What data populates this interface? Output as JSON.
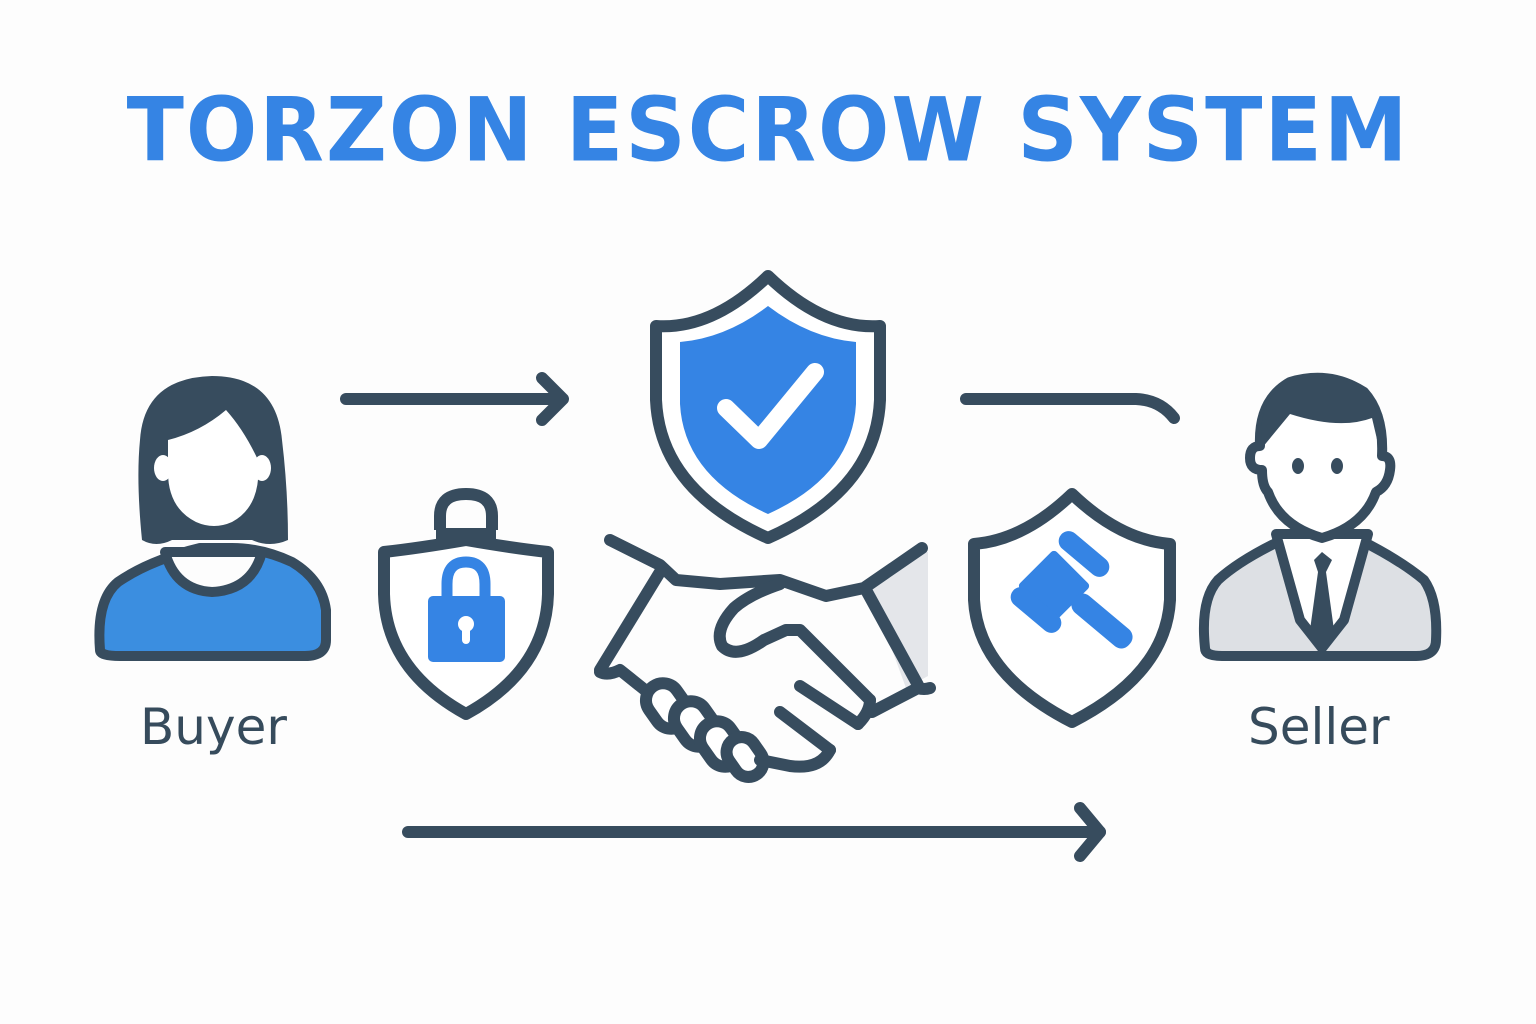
{
  "header": {
    "title": "TORZON ESCROW SYSTEM"
  },
  "actors": {
    "buyer": {
      "label": "Buyer",
      "icon": "buyer-woman-avatar-icon"
    },
    "seller": {
      "label": "Seller",
      "icon": "seller-man-suit-avatar-icon"
    }
  },
  "icons": {
    "lock_shield": "padlock-shield-icon",
    "check_shield": "checkmark-shield-icon",
    "handshake": "handshake-icon",
    "gavel_shield": "gavel-shield-icon"
  },
  "arrows": {
    "buyer_to_escrow": "arrow-right-icon",
    "escrow_to_seller": "curved-line-connector",
    "bottom_flow": "long-arrow-right-icon"
  },
  "colors": {
    "accent_blue": "#3584e4",
    "outline_slate": "#374c5e",
    "suit_gray": "#dde0e4",
    "background": "#fdfdfd"
  }
}
